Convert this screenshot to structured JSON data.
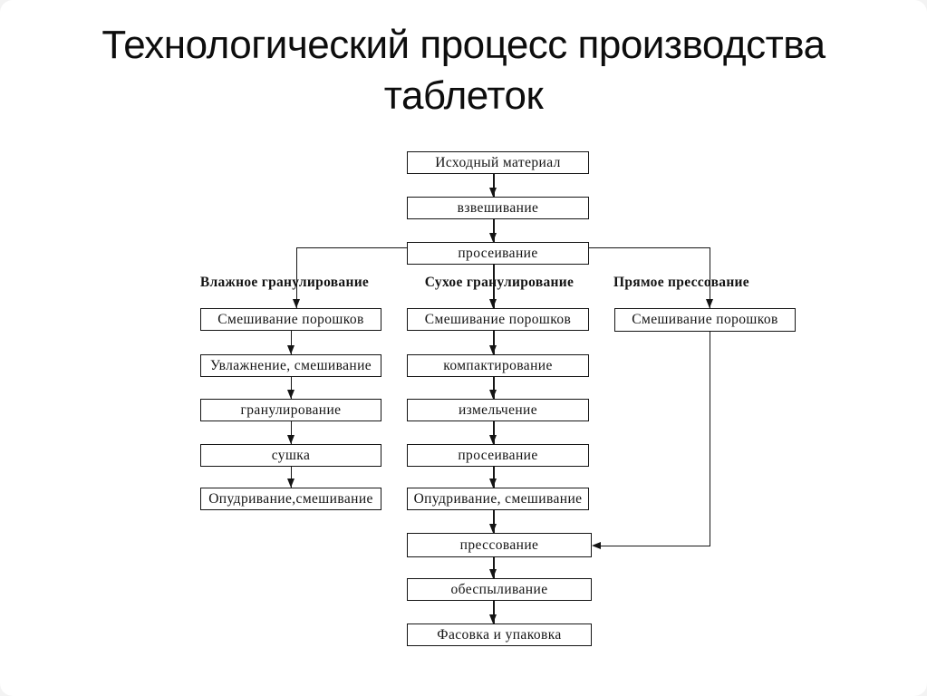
{
  "title": {
    "line1": "Технологический процесс производства",
    "line2": "таблеток"
  },
  "colors": {
    "background": "#ffffff",
    "line": "#141414",
    "text": "#141414"
  },
  "diagram": {
    "spine": {
      "source": "Исходный материал",
      "weighing": "взвешивание",
      "sieving": "просеивание"
    },
    "branch_labels": {
      "wet": "Влажное гранулирование",
      "dry": "Сухое гранулирование",
      "direct": "Прямое прессование"
    },
    "wet_column": {
      "mixing": "Смешивание порошков",
      "moistening": "Увлажнение, смешивание",
      "granulation": "гранулирование",
      "drying": "сушка",
      "dusting": "Опудривание,смешивание"
    },
    "dry_column": {
      "mixing": "Смешивание порошков",
      "compacting": "компактирование",
      "milling": "измельчение",
      "sieving": "просеивание",
      "dusting": "Опудривание, смешивание"
    },
    "direct_column": {
      "mixing": "Смешивание порошков"
    },
    "final": {
      "pressing": "прессование",
      "dedusting": "обеспыливание",
      "packing": "Фасовка и упаковка"
    }
  }
}
